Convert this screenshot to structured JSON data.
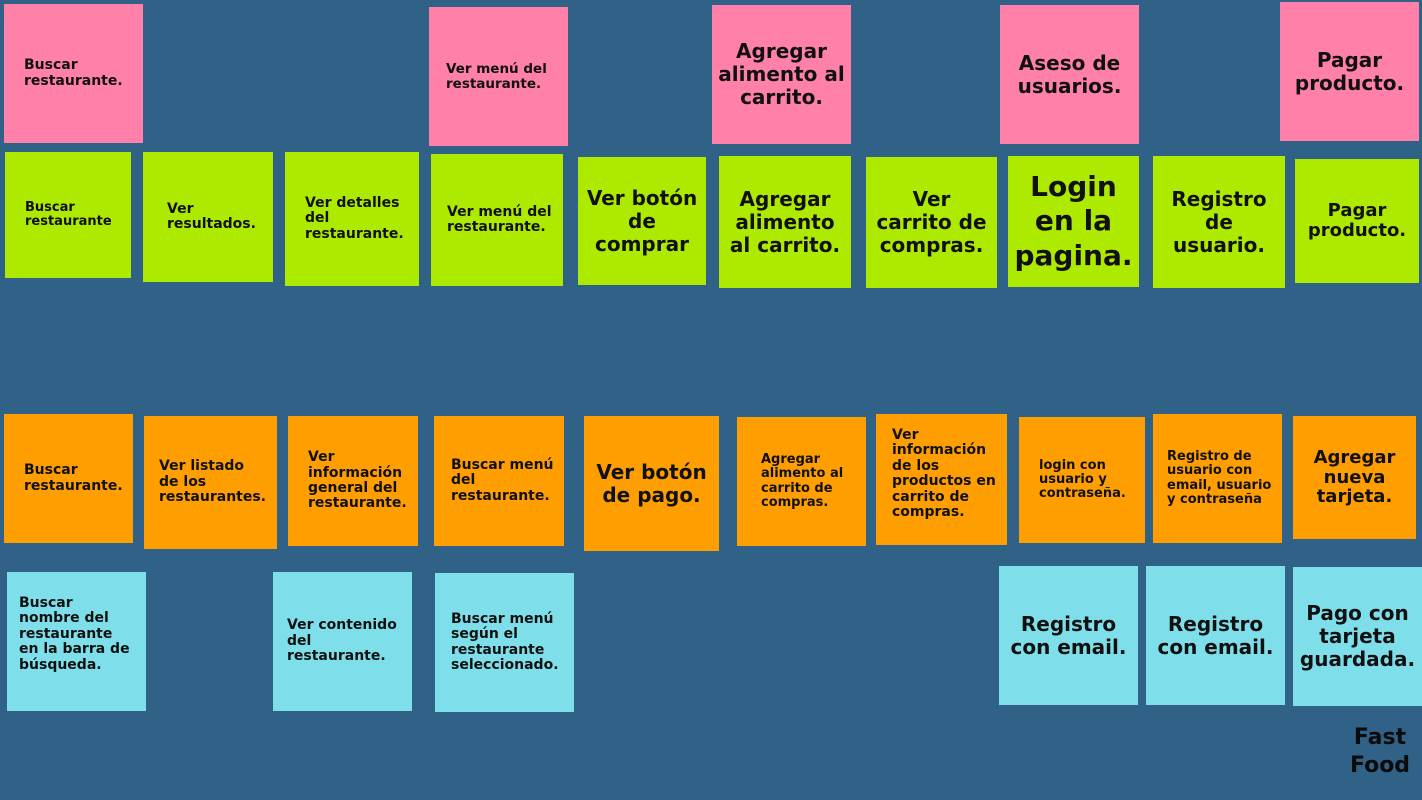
{
  "title": "Fast Food",
  "colors": {
    "background": "#2f6286",
    "activity": "#ff80a8",
    "task": "#aeea00",
    "story": "#ff9e00",
    "detail": "#7edfea"
  },
  "activities": [
    "Buscar restaurante.",
    "Ver menú del restaurante.",
    "Agregar alimento al carrito.",
    "Aseso de usuarios.",
    "Pagar producto."
  ],
  "tasks": [
    "Buscar restaurante",
    "Ver resultados.",
    "Ver detalles del restaurante.",
    "Ver menú del restaurante.",
    "Ver botón de comprar",
    "Agregar alimento al carrito.",
    "Ver carrito de compras.",
    "Login en la pagina.",
    "Registro de usuario.",
    "Pagar producto."
  ],
  "stories": [
    "Buscar restaurante.",
    "Ver listado de los restaurantes.",
    "Ver información general del restaurante.",
    "Buscar menú del restaurante.",
    "Ver botón de pago.",
    "Agregar alimento al carrito de compras.",
    "Ver información de los productos en carrito de compras.",
    "login con usuario y contraseña.",
    "Registro de usuario con email, usuario y contraseña",
    "Agregar nueva tarjeta."
  ],
  "details": [
    "Buscar nombre del restaurante en la barra de búsqueda.",
    "Ver contenido del restaurante.",
    "Buscar menú según el restaurante seleccionado.",
    "Registro con email.",
    "Registro con email.",
    "Pago con tarjeta guardada."
  ]
}
